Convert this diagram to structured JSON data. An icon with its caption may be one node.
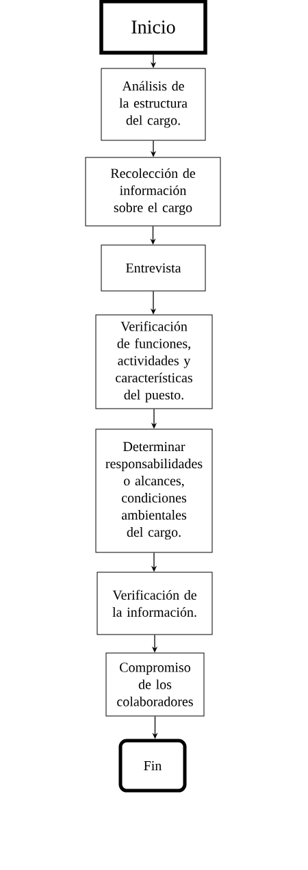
{
  "diagram": {
    "nodes": [
      {
        "text": [
          "Inicio"
        ]
      },
      {
        "text": [
          "Análisis de la estructura del cargo."
        ]
      },
      {
        "text": [
          "Recolección de información sobre el cargo"
        ]
      },
      {
        "text": [
          "Entrevista"
        ]
      },
      {
        "text": [
          "Verificación de funciones, actividades y características del puesto."
        ]
      },
      {
        "text": [
          "Determinar responsabilidades o alcances, condiciones ambientales del cargo."
        ]
      },
      {
        "text": [
          "Verificación de la información."
        ]
      },
      {
        "text": [
          "Compromiso de los colaboradores"
        ]
      },
      {
        "text": [
          "Fin"
        ]
      }
    ],
    "edges": [
      {
        "from": 0,
        "to": 1,
        "arrow": "to"
      },
      {
        "from": 1,
        "to": 2,
        "arrow": "to"
      },
      {
        "from": 2,
        "to": 3,
        "arrow": "to"
      },
      {
        "from": 3,
        "to": 4,
        "arrow": "to"
      },
      {
        "from": 4,
        "to": 5,
        "arrow": "to"
      },
      {
        "from": 5,
        "to": 6,
        "arrow": "to"
      },
      {
        "from": 6,
        "to": 7,
        "arrow": "to"
      },
      {
        "from": 7,
        "to": 8,
        "arrow": "to"
      }
    ]
  }
}
